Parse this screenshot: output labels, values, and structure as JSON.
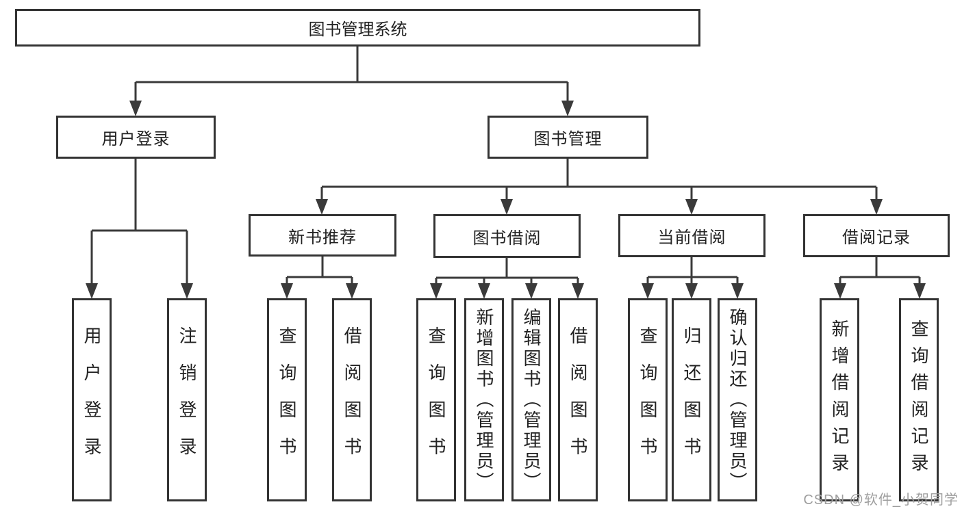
{
  "diagram": {
    "root": "图书管理系统",
    "level2": [
      "用户登录",
      "图书管理"
    ],
    "level3": [
      "新书推荐",
      "图书借阅",
      "当前借阅",
      "借阅记录"
    ],
    "leaves": {
      "user_login": [
        "用户登录",
        "注销登录"
      ],
      "new_book": [
        "查询图书",
        "借阅图书"
      ],
      "book_borrow": [
        "查询图书",
        "新增图书（管理员）",
        "编辑图书（管理员）",
        "借阅图书"
      ],
      "current_borrow": [
        "查询图书",
        "归还图书",
        "确认归还（管理员）"
      ],
      "borrow_record": [
        "新增借阅记录",
        "查询借阅记录"
      ]
    }
  },
  "watermark": "CSDN @软件_小贺同学",
  "colors": {
    "box_border": "#333333",
    "connector_line": "#3a3a3a",
    "text": "#222222",
    "watermark_text": "#9e9e9e",
    "background": "#ffffff"
  }
}
